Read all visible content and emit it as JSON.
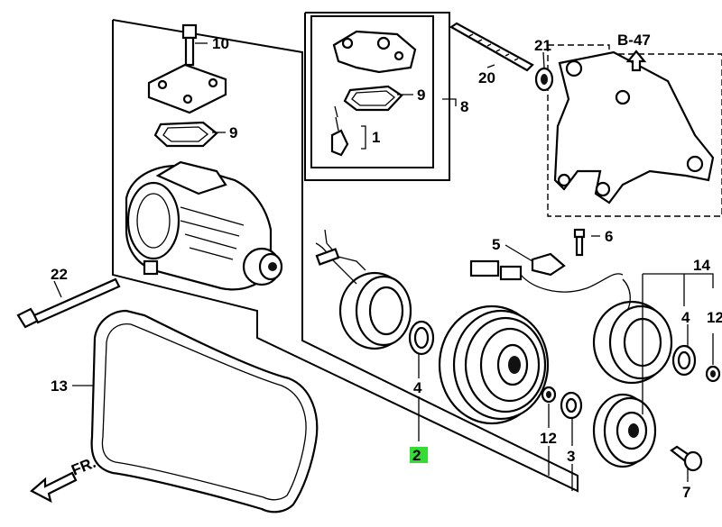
{
  "labels": {
    "p1": "1",
    "p2": "2",
    "p3": "3",
    "p4a": "4",
    "p4b": "4",
    "p5": "5",
    "p6": "6",
    "p7": "7",
    "p8": "8",
    "p9a": "9",
    "p9b": "9",
    "p10": "10",
    "p12a": "12",
    "p12b": "12",
    "p13": "13",
    "p14": "14",
    "p20": "20",
    "p21": "21",
    "p22": "22",
    "ref": "B-47",
    "front": "FR."
  },
  "colors": {
    "highlight": "#33dd33",
    "ink": "#000000"
  }
}
